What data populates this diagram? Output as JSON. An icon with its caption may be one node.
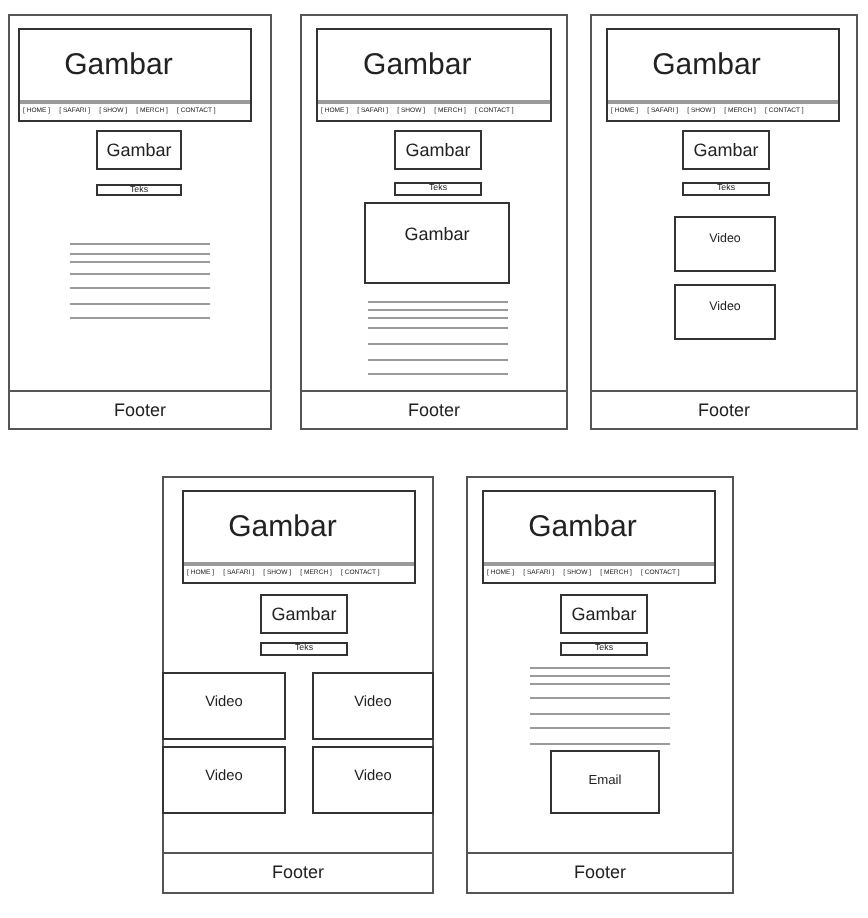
{
  "diagram": {
    "nodes": [
      {
        "text": [],
        "shape": "box"
      },
      {
        "text": [
          "Gambar"
        ],
        "in": 0
      },
      {
        "text": [
          "[ HOME ]",
          "[ SAFARI ]",
          "[ SHOW ]",
          "[ MERCH ]",
          "[ CONTACT ]"
        ],
        "in": 1
      },
      {
        "text": [
          "Gambar"
        ],
        "in": 0
      },
      {
        "text": [
          "Teks"
        ],
        "in": 0
      },
      {
        "text": [
          "Footer"
        ],
        "in": 0
      },
      {
        "text": [],
        "shape": "box"
      },
      {
        "text": [
          "Gambar"
        ],
        "in": 6
      },
      {
        "text": [
          "[ HOME ]",
          "[ SAFARI ]",
          "[ SHOW ]",
          "[ MERCH ]",
          "[ CONTACT ]"
        ],
        "in": 7
      },
      {
        "text": [
          "Gambar"
        ],
        "in": 6
      },
      {
        "text": [
          "Teks"
        ],
        "in": 6
      },
      {
        "text": [
          "Gambar"
        ],
        "in": 6
      },
      {
        "text": [
          "Footer"
        ],
        "in": 6
      },
      {
        "text": [],
        "shape": "box"
      },
      {
        "text": [
          "Gambar"
        ],
        "in": 13
      },
      {
        "text": [
          "[ HOME ]",
          "[ SAFARI ]",
          "[ SHOW ]",
          "[ MERCH ]",
          "[ CONTACT ]"
        ],
        "in": 14
      },
      {
        "text": [
          "Gambar"
        ],
        "in": 13
      },
      {
        "text": [
          "Teks"
        ],
        "in": 13
      },
      {
        "text": [
          "Video"
        ],
        "in": 13
      },
      {
        "text": [
          "Video"
        ],
        "in": 13
      },
      {
        "text": [
          "Footer"
        ],
        "in": 13
      },
      {
        "text": [],
        "shape": "box"
      },
      {
        "text": [
          "Gambar"
        ],
        "in": 21
      },
      {
        "text": [
          "[ HOME ]",
          "[ SAFARI ]",
          "[ SHOW ]",
          "[ MERCH ]",
          "[ CONTACT ]"
        ],
        "in": 22
      },
      {
        "text": [
          "Gambar"
        ],
        "in": 21
      },
      {
        "text": [
          "Teks"
        ],
        "in": 21
      },
      {
        "text": [
          "Video"
        ],
        "in": 21
      },
      {
        "text": [
          "Video"
        ],
        "in": 21
      },
      {
        "text": [
          "Video"
        ],
        "in": 21
      },
      {
        "text": [
          "Video"
        ],
        "in": 21
      },
      {
        "text": [
          "Footer"
        ],
        "in": 21
      },
      {
        "text": [],
        "shape": "box"
      },
      {
        "text": [
          "Gambar"
        ],
        "in": 31
      },
      {
        "text": [
          "[ HOME ]",
          "[ SAFARI ]",
          "[ SHOW ]",
          "[ MERCH ]",
          "[ CONTACT ]"
        ],
        "in": 32
      },
      {
        "text": [
          "Gambar"
        ],
        "in": 31
      },
      {
        "text": [
          "Teks"
        ],
        "in": 31
      },
      {
        "text": [
          "Email"
        ],
        "in": 31
      },
      {
        "text": [
          "Footer"
        ],
        "in": 31
      }
    ]
  }
}
